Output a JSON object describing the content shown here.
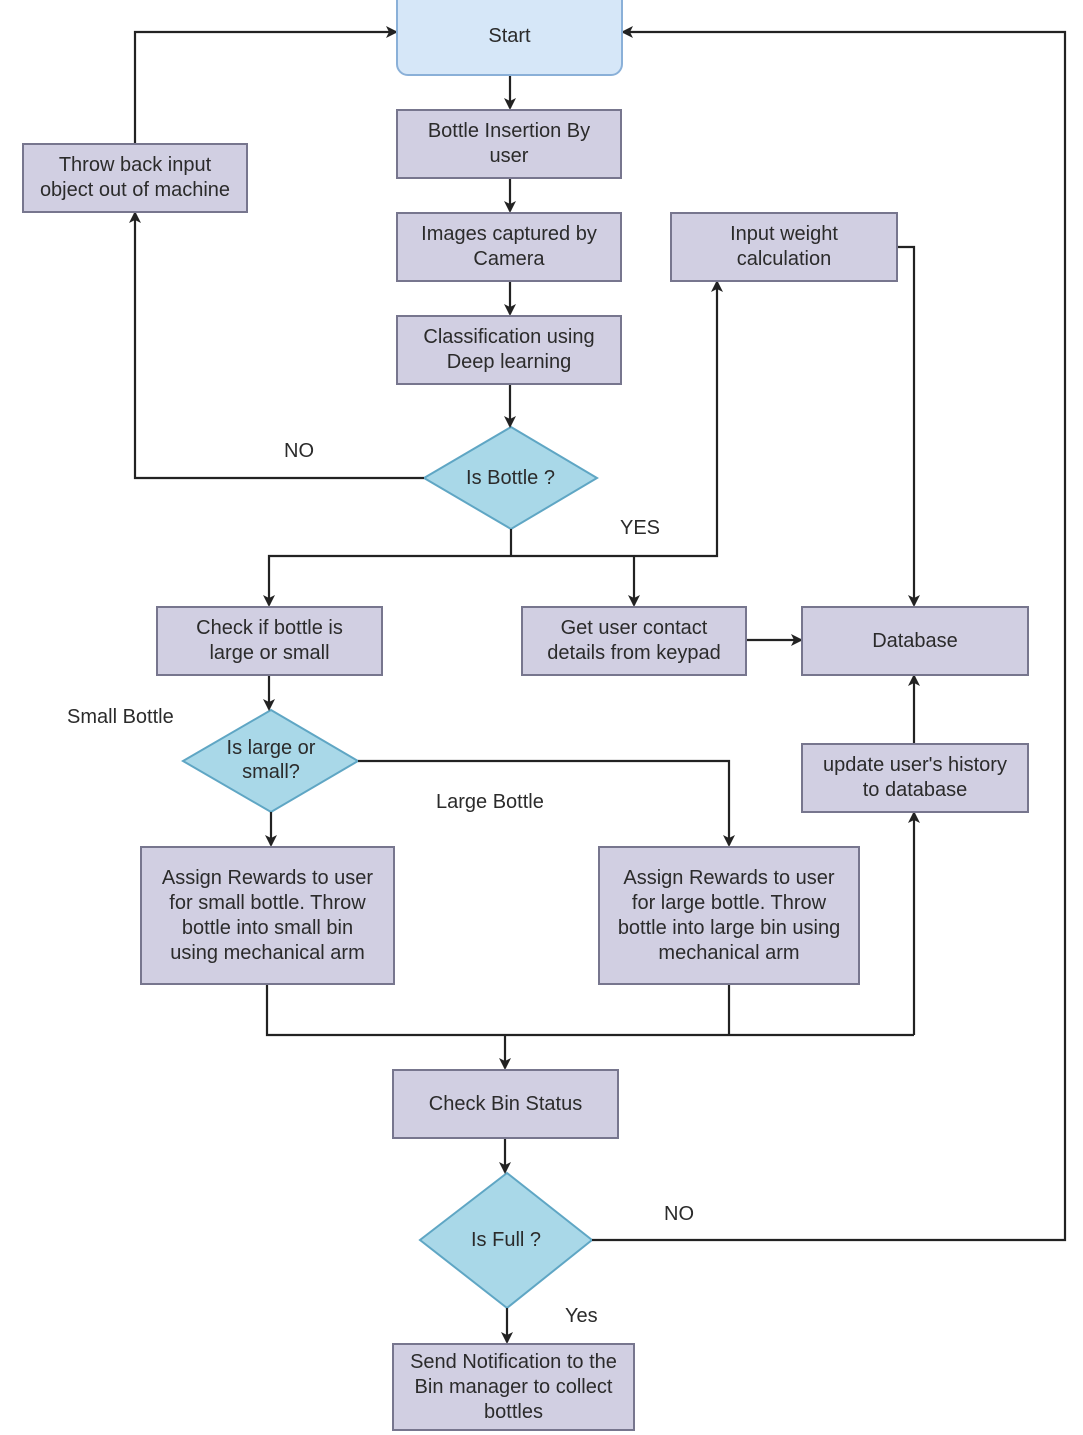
{
  "nodes": {
    "start": "Start",
    "bottle_insertion": "Bottle Insertion By\nuser",
    "images_captured": "Images captured  by\nCamera",
    "classification": "Classification using\nDeep learning",
    "is_bottle": "Is Bottle ?",
    "throw_back": "Throw back input\nobject out of machine",
    "input_weight": "Input weight\ncalculation",
    "check_size": "Check if bottle is\nlarge or small",
    "get_contact": "Get user contact\ndetails from keypad",
    "database": "Database",
    "is_large_or_small": "Is large or\nsmall?",
    "update_history": "update user's history\nto database",
    "assign_small": "Assign Rewards to user\nfor small bottle. Throw\nbottle into small bin\nusing mechanical arm",
    "assign_large": "Assign Rewards to user\nfor large bottle. Throw\nbottle into large bin using\nmechanical arm",
    "check_bin": "Check Bin Status",
    "is_full": "Is Full ?",
    "send_notification": "Send Notification to the\nBin manager to collect\nbottles"
  },
  "edge_labels": {
    "no_bottle": "NO",
    "yes_bottle": "YES",
    "small_bottle": "Small  Bottle",
    "large_bottle": "Large  Bottle",
    "no_full": "NO",
    "yes_full": "Yes"
  },
  "colors": {
    "process_fill": "#d1cfe2",
    "process_border": "#77768e",
    "decision_fill": "#a9d8e8",
    "start_fill": "#d6e7f8",
    "line": "#222222"
  }
}
